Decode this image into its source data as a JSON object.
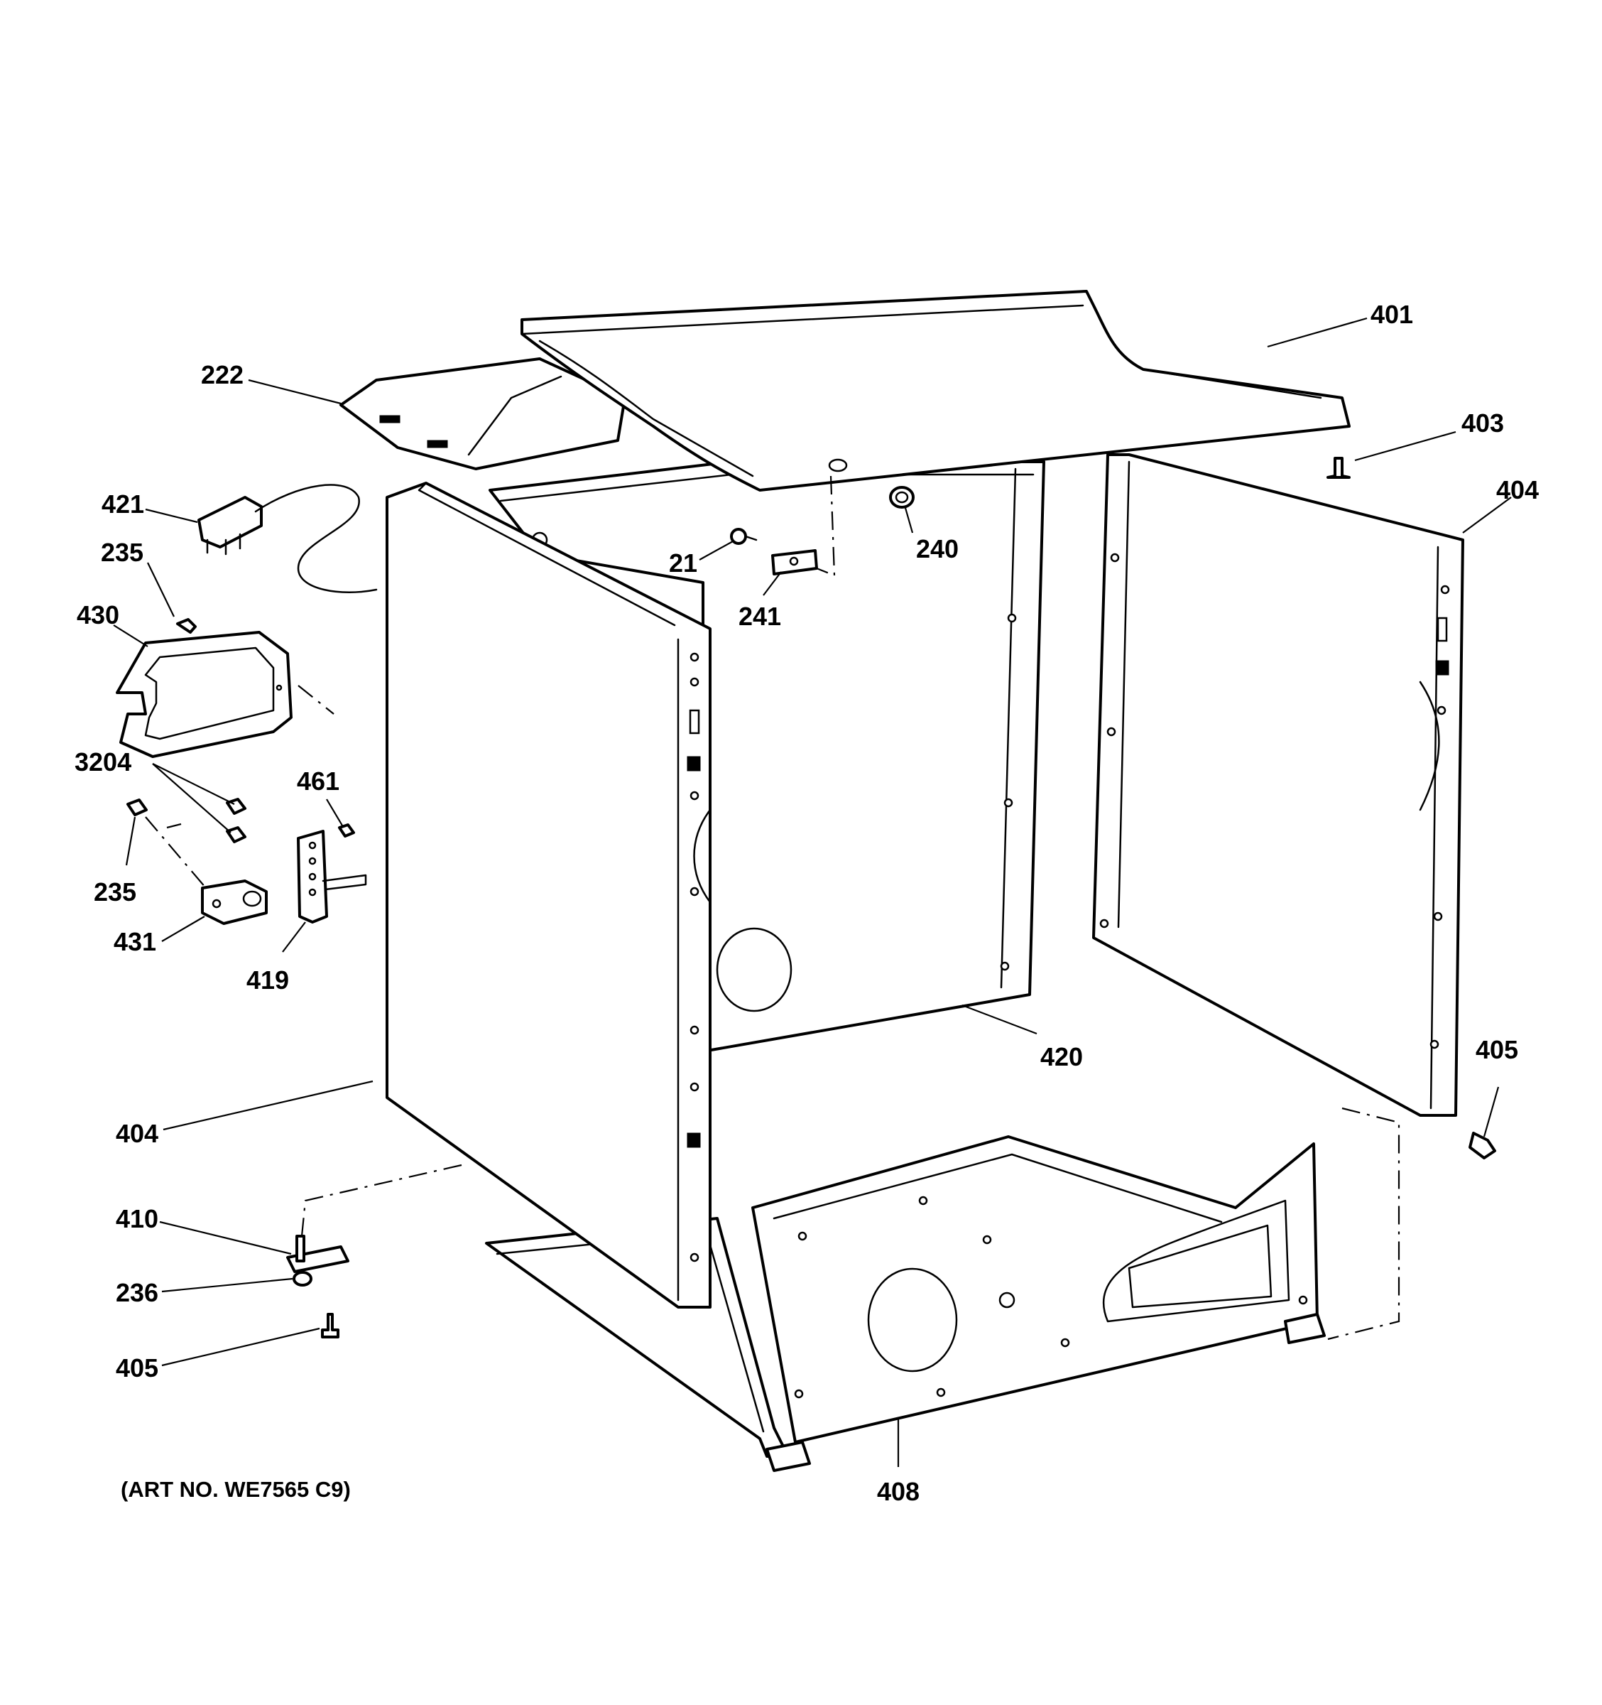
{
  "diagram": {
    "art_number": "(ART NO. WE7565 C9)",
    "callouts": {
      "c401": "401",
      "c222": "222",
      "c403": "403",
      "c404_right": "404",
      "c421": "421",
      "c235_top": "235",
      "c430": "430",
      "c240": "240",
      "c21": "21",
      "c241": "241",
      "c3204": "3204",
      "c461": "461",
      "c235_mid": "235",
      "c431": "431",
      "c419": "419",
      "c420": "420",
      "c405_right": "405",
      "c404_left": "404",
      "c410": "410",
      "c236": "236",
      "c405_left": "405",
      "c408": "408"
    }
  }
}
